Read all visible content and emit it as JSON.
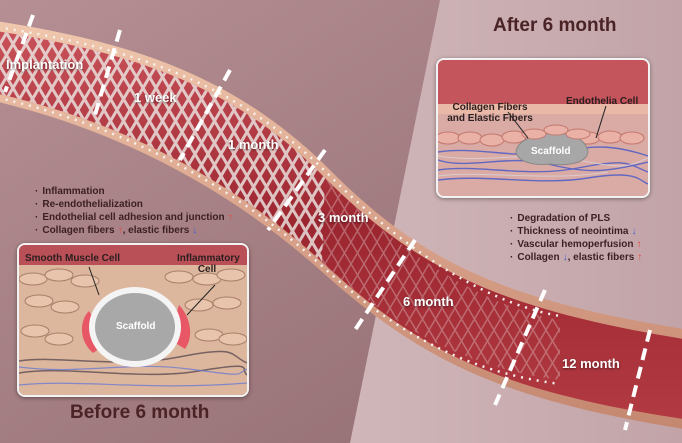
{
  "headings": {
    "after": "After 6 month",
    "before": "Before 6 month"
  },
  "stages": [
    "Implantation",
    "1 week",
    "1 month",
    "3 month",
    "6 month",
    "12 month"
  ],
  "left_notes": [
    {
      "text": "Inflammation",
      "arrow": "",
      "arrow2": "",
      "text2": ""
    },
    {
      "text": "Re-endothelialization",
      "arrow": "",
      "arrow2": "",
      "text2": ""
    },
    {
      "text": "Endothelial cell adhesion and junction",
      "arrow": "up",
      "arrow2": "",
      "text2": ""
    },
    {
      "text": "Collagen fibers",
      "arrow": "up",
      "text2": ", elastic fibers",
      "arrow2": "down"
    }
  ],
  "right_notes": [
    {
      "text": "Degradation of PLS",
      "arrow": "",
      "arrow2": "",
      "text2": ""
    },
    {
      "text": "Thickness of neointima",
      "arrow": "down",
      "arrow2": "",
      "text2": ""
    },
    {
      "text": "Vascular hemoperfusion",
      "arrow": "up",
      "arrow2": "",
      "text2": ""
    },
    {
      "text": "Collagen",
      "arrow": "down",
      "text2": ", elastic fibers",
      "arrow2": "up"
    }
  ],
  "inset_after": {
    "collagen_label": "Collagen Fibers and Elastic Fibers",
    "endothelia_label": "Endothelia Cell",
    "scaffold_label": "Scaffold"
  },
  "inset_before": {
    "smooth_muscle_label": "Smooth Muscle Cell",
    "inflammatory_label": "Inflammatory Cell",
    "scaffold_label": "Scaffold"
  },
  "arrow_glyphs": {
    "up": "↑",
    "down": "↓"
  },
  "colors": {
    "background_left": "#b08a8e",
    "background_right": "#cbb0b3",
    "vessel_wall": "#e3b49a",
    "lumen": "#b0343c",
    "arrow_up": "#e8453d",
    "arrow_down": "#3f5ed1"
  }
}
